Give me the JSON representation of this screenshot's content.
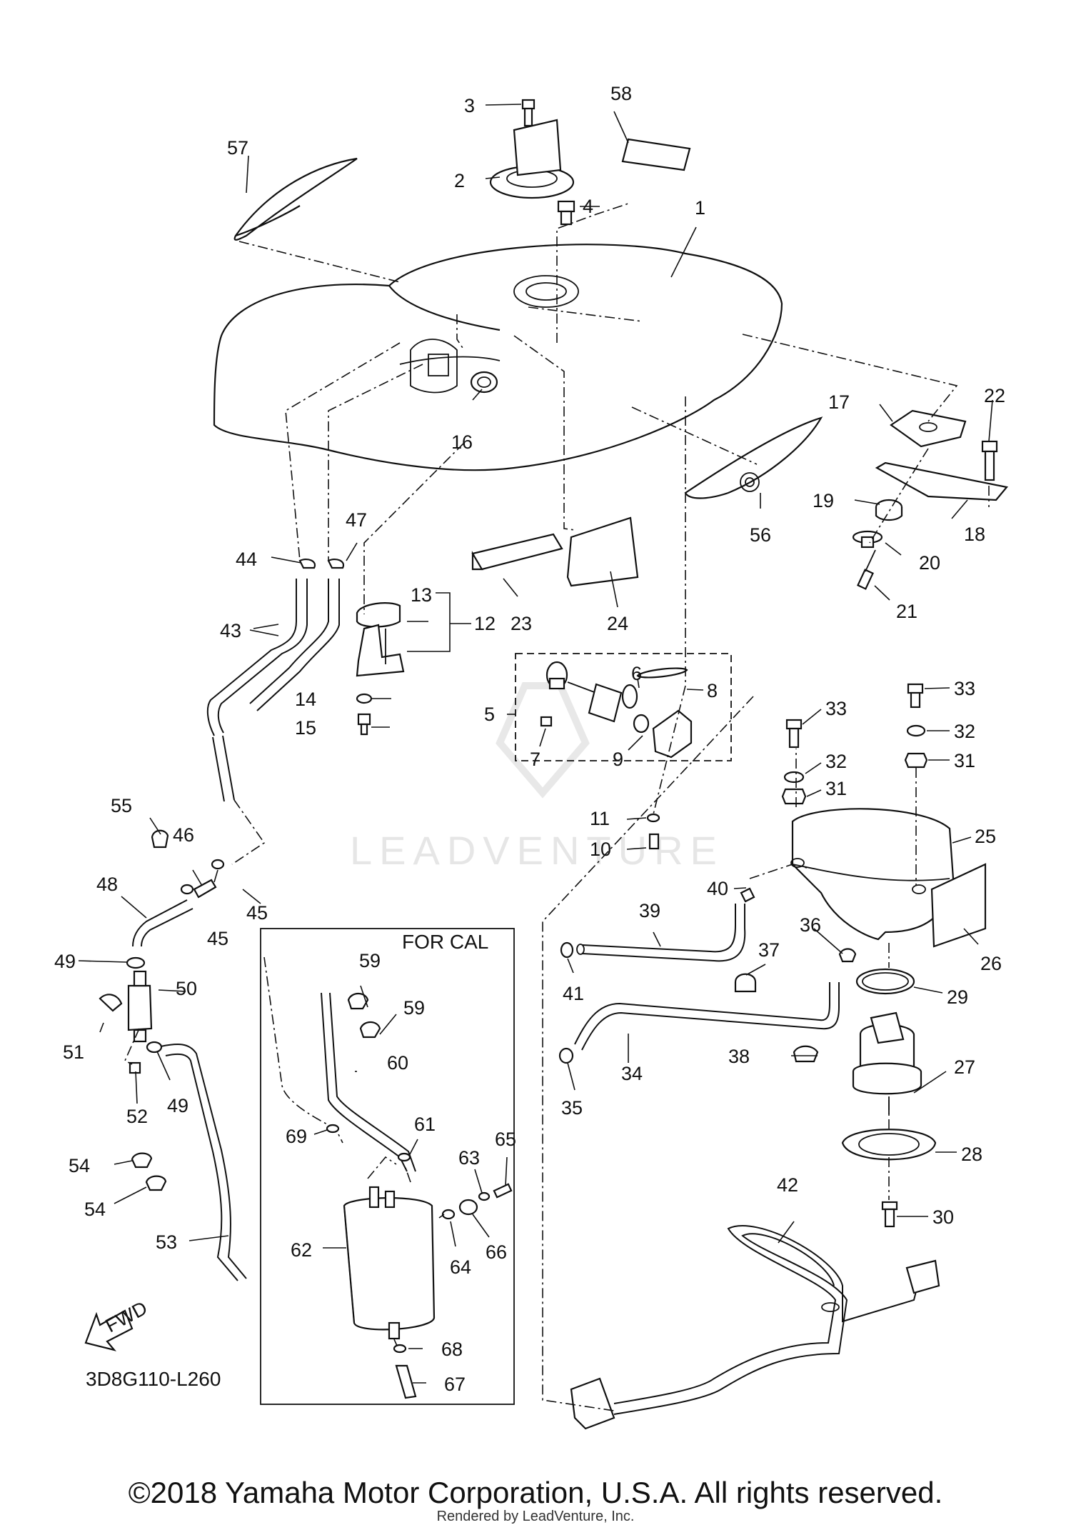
{
  "watermark": {
    "text": "LEADVENTURE"
  },
  "diagram_code": "3D8G110-L260",
  "fwd_label": "FWD",
  "for_cal_label": "FOR CAL",
  "copyright": "©2018 Yamaha Motor Corporation, U.S.A. All rights reserved.",
  "rendered_by": "Rendered by LeadVenture, Inc.",
  "callouts": {
    "p1": "1",
    "p2": "2",
    "p3": "3",
    "p4": "4",
    "p5": "5",
    "p6": "6",
    "p7": "7",
    "p8": "8",
    "p9": "9",
    "p10": "10",
    "p11": "11",
    "p12": "12",
    "p13": "13",
    "p14": "14",
    "p15": "15",
    "p16": "16",
    "p17": "17",
    "p18": "18",
    "p19": "19",
    "p20": "20",
    "p21": "21",
    "p22": "22",
    "p23": "23",
    "p24": "24",
    "p25": "25",
    "p26": "26",
    "p27": "27",
    "p28": "28",
    "p29": "29",
    "p30": "30",
    "p31a": "31",
    "p31b": "31",
    "p32a": "32",
    "p32b": "32",
    "p33a": "33",
    "p33b": "33",
    "p34": "34",
    "p35": "35",
    "p36": "36",
    "p37": "37",
    "p38": "38",
    "p39": "39",
    "p40": "40",
    "p41": "41",
    "p42": "42",
    "p43": "43",
    "p44": "44",
    "p45a": "45",
    "p45b": "45",
    "p46": "46",
    "p47": "47",
    "p48": "48",
    "p49a": "49",
    "p49b": "49",
    "p50": "50",
    "p51": "51",
    "p52": "52",
    "p53": "53",
    "p54a": "54",
    "p54b": "54",
    "p55": "55",
    "p56": "56",
    "p57": "57",
    "p58": "58",
    "p59a": "59",
    "p59b": "59",
    "p60": "60",
    "p61": "61",
    "p62": "62",
    "p63": "63",
    "p64": "64",
    "p65": "65",
    "p66": "66",
    "p67": "67",
    "p68": "68",
    "p69": "69"
  }
}
